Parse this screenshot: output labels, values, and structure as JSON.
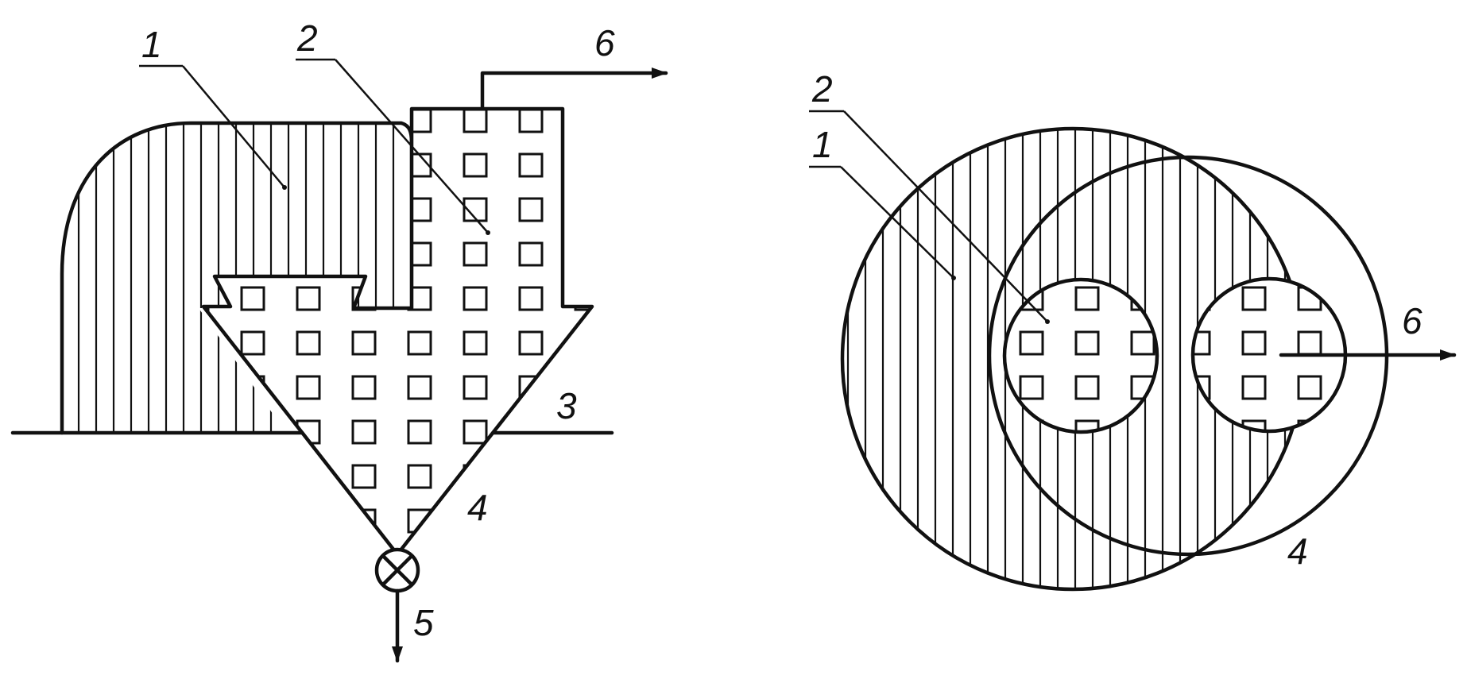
{
  "colors": {
    "ink": "#111111",
    "background": "#ffffff"
  },
  "side_view": {
    "labels": {
      "label_1": "1",
      "label_2": "2",
      "label_3": "3",
      "label_4": "4",
      "label_5": "5",
      "label_6": "6"
    }
  },
  "top_view": {
    "labels": {
      "label_1": "1",
      "label_2": "2",
      "label_4": "4",
      "label_6": "6"
    }
  }
}
